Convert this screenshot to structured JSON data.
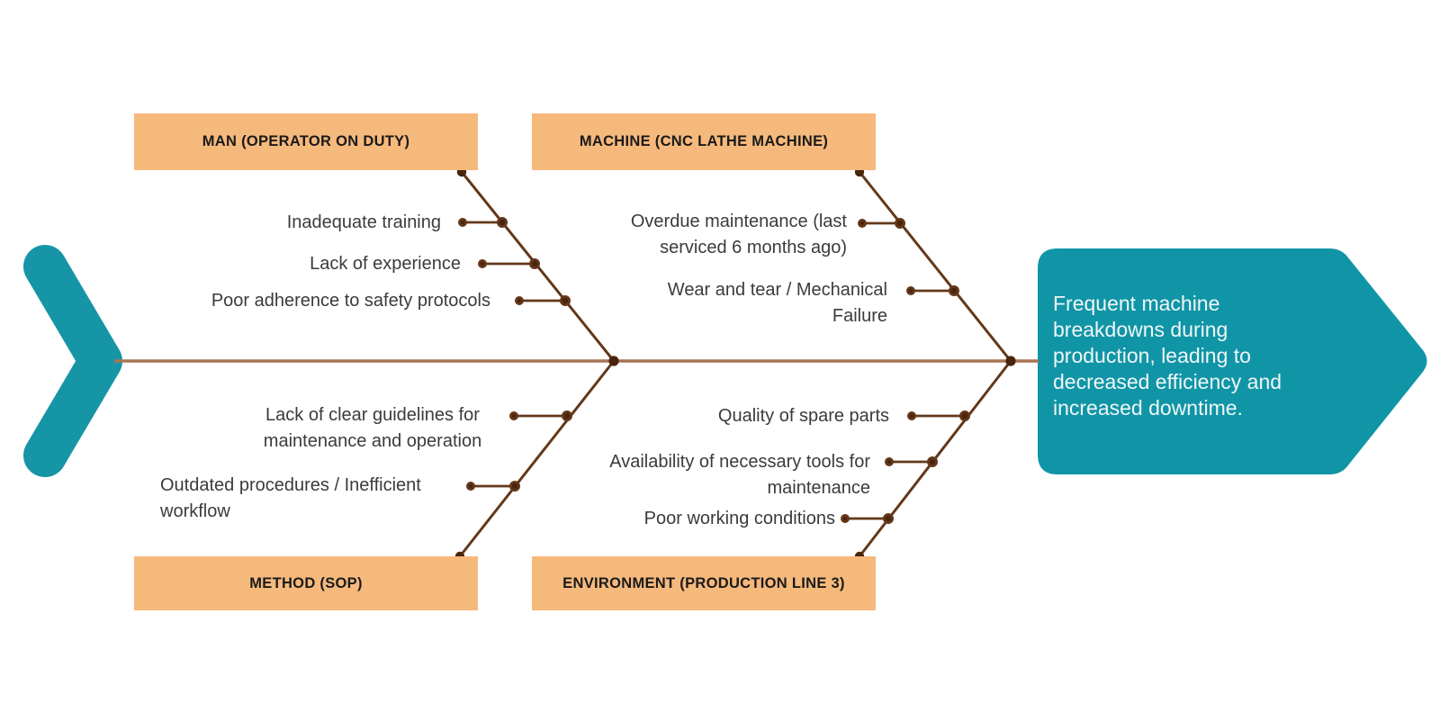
{
  "diagram": {
    "type": "fishbone-ishikawa",
    "problem": {
      "text": "Frequent machine\nbreakdowns during\nproduction, leading to\ndecreased efficiency and\nincreased downtime."
    },
    "categories": [
      {
        "id": "man",
        "label": "MAN (OPERATOR ON DUTY)",
        "position": "top-left",
        "causes": [
          "Inadequate training",
          "Lack of experience",
          "Poor adherence to safety protocols"
        ]
      },
      {
        "id": "machine",
        "label": "MACHINE (CNC LATHE MACHINE)",
        "position": "top-right",
        "causes": [
          "Overdue maintenance (last\nserviced 6 months ago)",
          "Wear and tear / Mechanical\nFailure"
        ]
      },
      {
        "id": "method",
        "label": "METHOD (SOP)",
        "position": "bottom-left",
        "causes": [
          "Lack of clear guidelines for\nmaintenance and operation",
          "Outdated procedures / Inefficient\nworkflow"
        ]
      },
      {
        "id": "environment",
        "label": "ENVIRONMENT (PRODUCTION LINE 3)",
        "position": "bottom-right",
        "causes": [
          "Quality of spare parts",
          "Availability of necessary tools for\nmaintenance",
          "Poor working conditions"
        ]
      }
    ],
    "colors": {
      "category_box_fill": "#F6B97C",
      "problem_arrow_fill": "#1095A7",
      "tail_chevron_fill": "#1695A7",
      "spine_line": "#A87656",
      "bone_line": "#63371A",
      "dot": "#4A250C",
      "cause_text": "#3b3b3b",
      "category_text": "#1a1a1a",
      "problem_text": "#F0F6F6",
      "background": "#ffffff"
    }
  }
}
